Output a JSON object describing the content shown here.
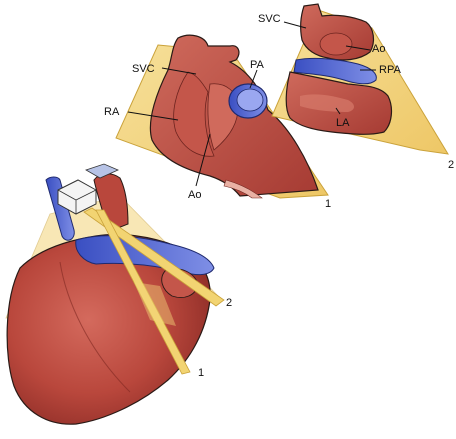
{
  "labels": {
    "svc_panel1": "SVC",
    "ra": "RA",
    "pa": "PA",
    "ao_panel1": "Ao",
    "plane1_number": "1",
    "svc_panel2": "SVC",
    "ao_panel2": "Ao",
    "rpa": "RPA",
    "la": "LA",
    "plane2_number": "2",
    "heart_plane2_number": "2",
    "heart_plane1_number": "1"
  },
  "colors": {
    "heart_red": "#b9473c",
    "heart_dark": "#8e2d27",
    "vessel_blue": "#4a5fd0",
    "plane_yellow": "#f3d57a",
    "plane_edge": "#caa23a",
    "outline": "#2a1a16"
  }
}
